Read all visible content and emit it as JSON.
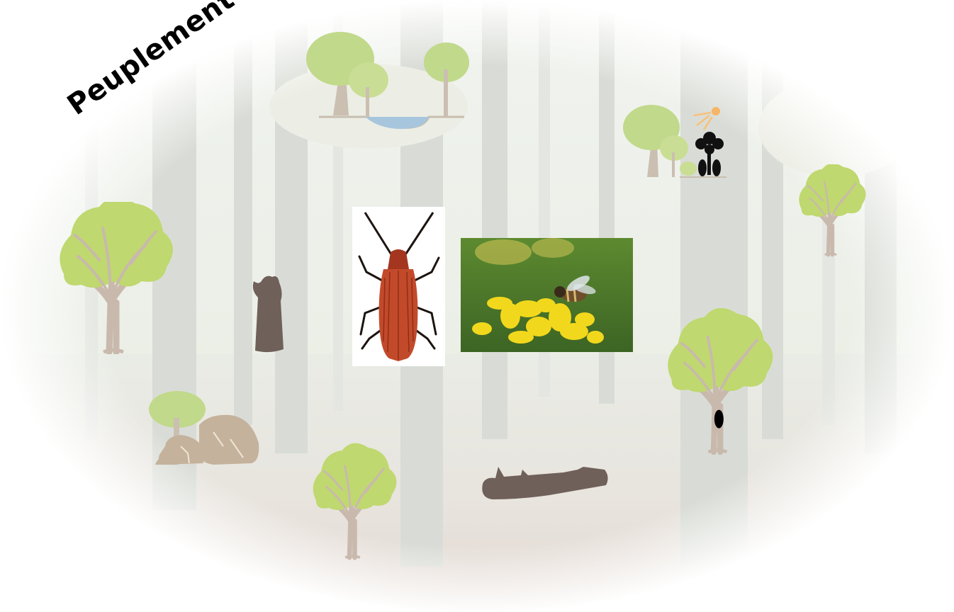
{
  "title": "Peuplement",
  "icons": {
    "background": "forest-photo",
    "beetle": "red-net-winged-beetle-photo",
    "bee": "bee-on-yellow-flower-photo",
    "trees": "tree-icon",
    "stump": "dead-tree-stump-icon",
    "log": "fallen-log-icon",
    "rocks": "rock-pile-icon",
    "pond": "pond-icon",
    "sun": "sun-icon",
    "flower": "flower-icon",
    "cavity": "tree-cavity-icon"
  },
  "colors": {
    "foliage": "#b9d66a",
    "foliage_light": "#cde28f",
    "trunk": "#c9b9ad",
    "trunk_dark": "#6b5a4e",
    "deadwood": "#6f6059",
    "rock": "#c4b29c",
    "water": "#9fc3dd",
    "beetle": "#c0472a",
    "flower_yellow": "#f2d81c",
    "meadow": "#4f7a2a"
  }
}
